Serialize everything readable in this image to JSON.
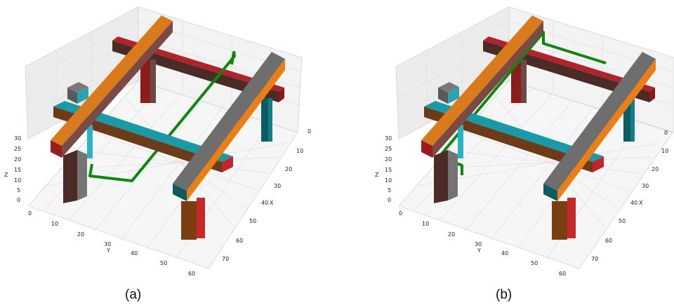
{
  "figure": {
    "panels": [
      {
        "caption": "(a)",
        "axes": {
          "x_label": "X",
          "y_label": "Y",
          "z_label": "Z",
          "x_ticks": [
            "0",
            "10",
            "20",
            "30",
            "40",
            "50",
            "60",
            "70"
          ],
          "y_ticks": [
            "0",
            "10",
            "20",
            "30",
            "40",
            "50",
            "60"
          ],
          "z_ticks": [
            "0",
            "5",
            "10",
            "15",
            "20",
            "25",
            "30"
          ]
        },
        "colors": {
          "orange": "#e07a0e",
          "red": "#b71c1c",
          "teal": "#1a9aa6",
          "gray": "#6e6e6e",
          "path": "#0e870e"
        }
      },
      {
        "caption": "(b)",
        "axes": {
          "x_label": "X",
          "y_label": "Y",
          "z_label": "Z",
          "x_ticks": [
            "0",
            "10",
            "20",
            "30",
            "40",
            "50",
            "60",
            "70"
          ],
          "y_ticks": [
            "0",
            "10",
            "20",
            "30",
            "40",
            "50",
            "60"
          ],
          "z_ticks": [
            "0",
            "5",
            "10",
            "15",
            "20",
            "25",
            "30"
          ]
        },
        "colors": {
          "orange": "#e07a0e",
          "red": "#b71c1c",
          "teal": "#1a9aa6",
          "gray": "#6e6e6e",
          "path": "#0e870e"
        }
      }
    ]
  }
}
